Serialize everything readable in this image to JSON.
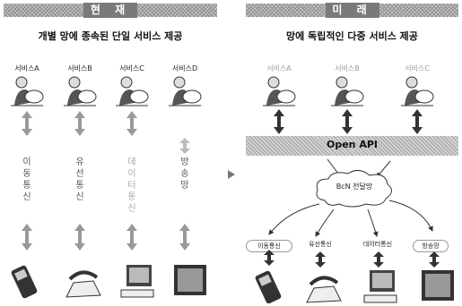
{
  "left": {
    "header": "현 재",
    "subtitle": "개별 망에 종속된 단일 서비스 제공",
    "services": [
      "서비스A",
      "서비스B",
      "서비스C",
      "서비스D"
    ],
    "networks": [
      "이동통신",
      "유선통신",
      "데이터통신",
      "방송망"
    ]
  },
  "right": {
    "header": "미 래",
    "subtitle": "망에 독립적인 다중 서비스 제공",
    "services": [
      "서비스A",
      "서비스B",
      "서비스C"
    ],
    "api_label": "Open API",
    "network_label": "BcN 전달망",
    "networks": [
      "이동통신",
      "유선통신",
      "데이터통신",
      "방송망"
    ]
  },
  "icons": {
    "person": "person-at-desk-icon",
    "arrow": "double-arrow-icon",
    "devices": [
      "mobile-phone-icon",
      "telephone-icon",
      "computer-icon",
      "television-icon"
    ]
  }
}
